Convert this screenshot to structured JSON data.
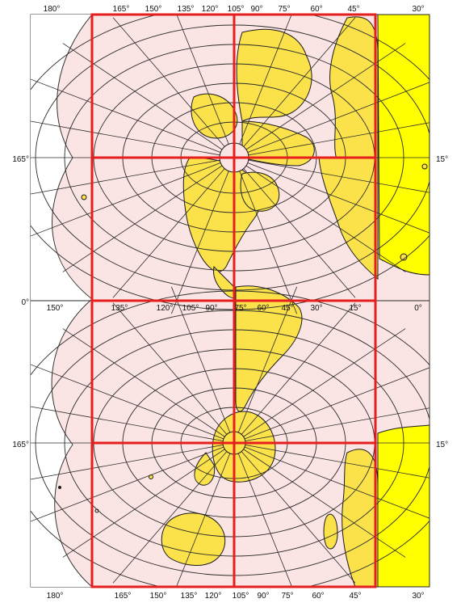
{
  "map": {
    "colors": {
      "outside": "#ffffff",
      "ocean": "#fbe4e4",
      "land": "#fbe24a",
      "land_edge_yellow": "#ffff00",
      "coastline": "#1a1a1a",
      "graticule": "#2b2b2b",
      "grid_highlight": "#e61e1e"
    },
    "labels": {
      "top": [
        "180°",
        "165°",
        "150°",
        "135°",
        "120°",
        "105°",
        "90°",
        "75°",
        "60°",
        "45°",
        "30°"
      ],
      "row1_left": "165°",
      "row1_right": "15°",
      "row2_left": "0°",
      "row2": [
        "150°",
        "135°",
        "120°",
        "105°",
        "90°",
        "75°",
        "60°",
        "45°",
        "30°",
        "15°",
        "0°"
      ],
      "row3_left": "165°",
      "row3_right": "15°",
      "bottom": [
        "180°",
        "165°",
        "150°",
        "135°",
        "120°",
        "105°",
        "90°",
        "75°",
        "60°",
        "45°",
        "30°"
      ]
    },
    "tiles": {
      "rows": 4,
      "cols": 2
    },
    "icons": {
      "north_pole": "pole-marker-icon",
      "south_pole": "pole-marker-icon"
    }
  }
}
